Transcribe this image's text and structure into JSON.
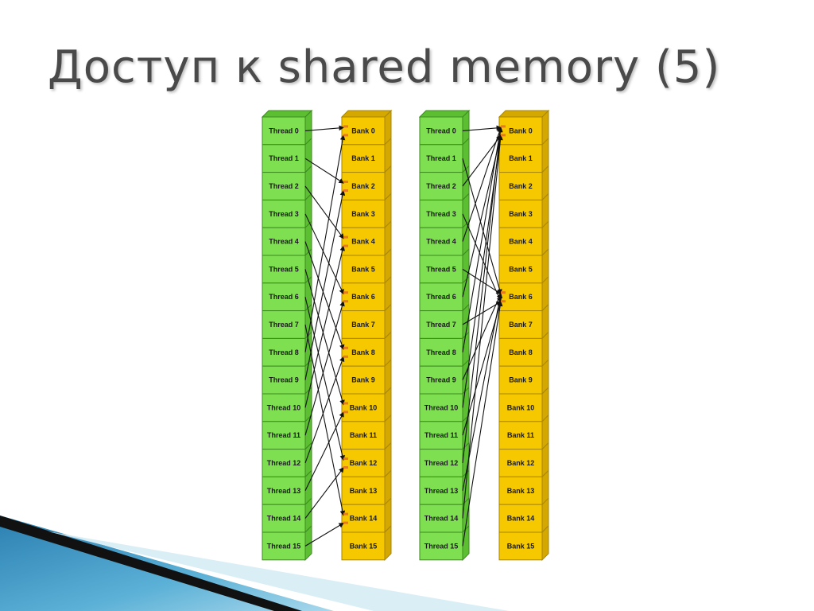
{
  "slide": {
    "title": "Доступ к shared memory (5)"
  },
  "diagram": {
    "threads": [
      "Thread 0",
      "Thread 1",
      "Thread 2",
      "Thread 3",
      "Thread 4",
      "Thread 5",
      "Thread 6",
      "Thread 7",
      "Thread 8",
      "Thread 9",
      "Thread 10",
      "Thread 11",
      "Thread 12",
      "Thread 13",
      "Thread 14",
      "Thread 15"
    ],
    "banks": [
      "Bank 0",
      "Bank 1",
      "Bank 2",
      "Bank 3",
      "Bank 4",
      "Bank 5",
      "Bank 6",
      "Bank 7",
      "Bank 8",
      "Bank 9",
      "Bank 10",
      "Bank 11",
      "Bank 12",
      "Bank 13",
      "Bank 14",
      "Bank 15"
    ],
    "left_mapping": [
      0,
      2,
      4,
      6,
      8,
      10,
      12,
      14,
      0,
      2,
      4,
      6,
      8,
      10,
      12,
      14
    ],
    "right_mapping": [
      0,
      6,
      0,
      6,
      0,
      6,
      0,
      6,
      0,
      6,
      0,
      6,
      0,
      6,
      0,
      6
    ],
    "colors": {
      "thread_fill": "#7ee050",
      "thread_side": "#5cbf32",
      "thread_stroke": "#3c8a1e",
      "bank_fill": "#f5c800",
      "bank_side": "#d4a800",
      "bank_stroke": "#a88600",
      "conflict_marker": "#e87a22",
      "arrow": "#111111"
    }
  }
}
